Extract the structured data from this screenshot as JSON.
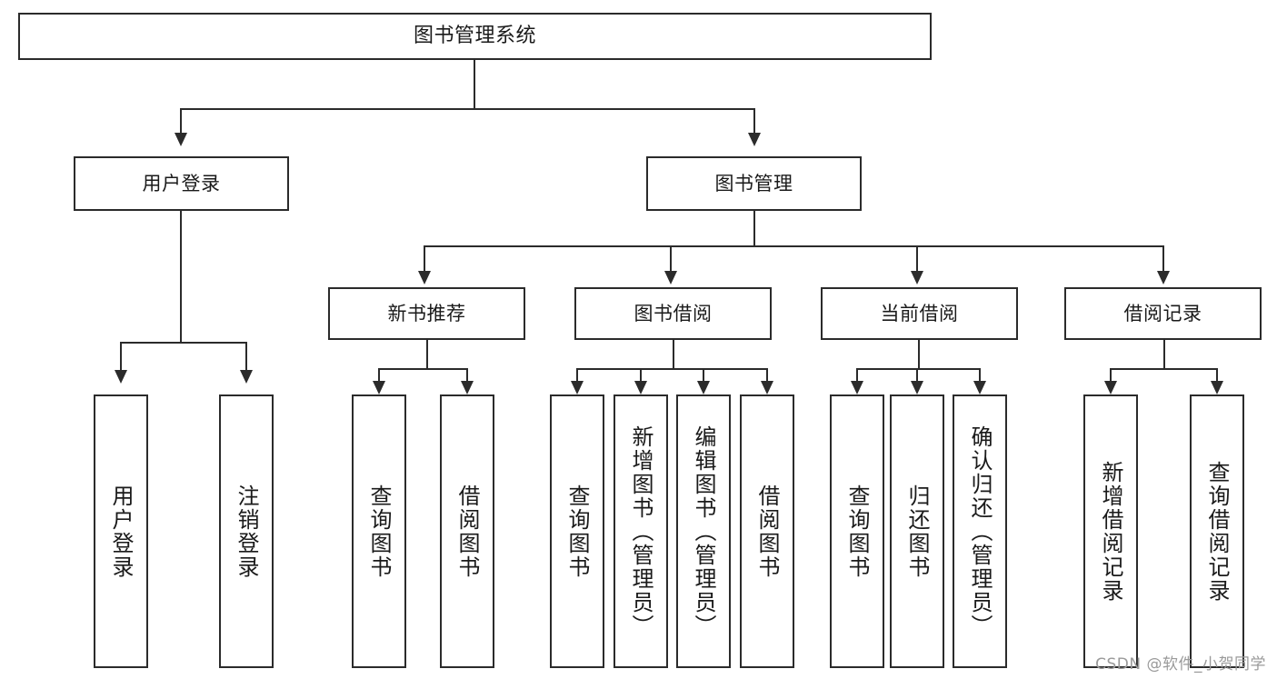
{
  "diagram": {
    "title": "图书管理系统",
    "root": {
      "label": "图书管理系统"
    },
    "level1": [
      {
        "label": "用户登录"
      },
      {
        "label": "图书管理"
      }
    ],
    "level2": [
      {
        "label": "新书推荐"
      },
      {
        "label": "图书借阅"
      },
      {
        "label": "当前借阅"
      },
      {
        "label": "借阅记录"
      }
    ],
    "leaves": {
      "user_login": [
        {
          "label": "用户登录"
        },
        {
          "label": "注销登录"
        }
      ],
      "new_book_recommend": [
        {
          "label": "查询图书"
        },
        {
          "label": "借阅图书"
        }
      ],
      "book_borrow": [
        {
          "label": "查询图书"
        },
        {
          "label": "新增图书（管理员）"
        },
        {
          "label": "编辑图书（管理员）"
        },
        {
          "label": "借阅图书"
        }
      ],
      "current_borrow": [
        {
          "label": "查询图书"
        },
        {
          "label": "归还图书"
        },
        {
          "label": "确认归还（管理员）"
        }
      ],
      "borrow_record": [
        {
          "label": "新增借阅记录"
        },
        {
          "label": "查询借阅记录"
        }
      ]
    }
  },
  "watermark": {
    "text": "CSDN @软件_小贺同学"
  },
  "colors": {
    "stroke": "#2b2b2b",
    "background": "#ffffff",
    "text": "#1a1a1a",
    "watermark": "#9a9a9a"
  }
}
